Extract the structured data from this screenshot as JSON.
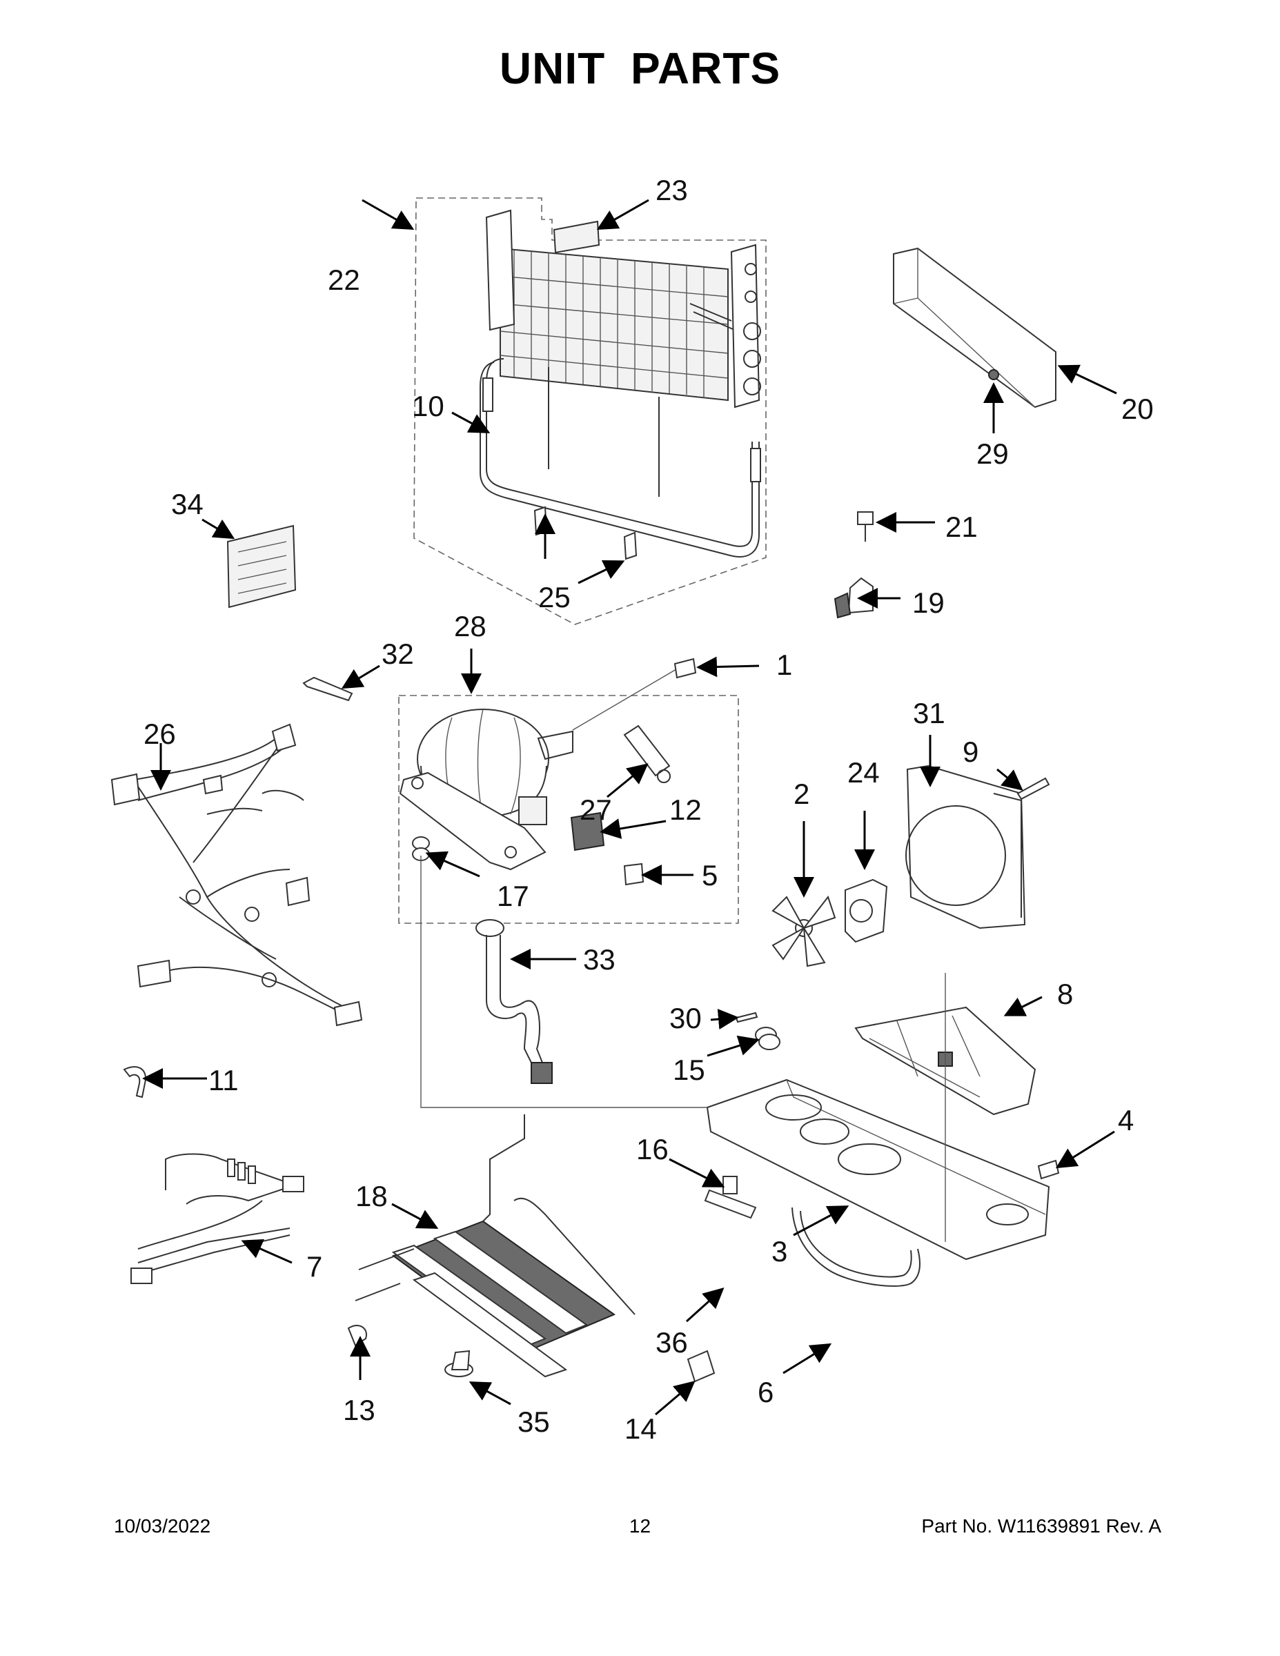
{
  "page": {
    "title": "UNIT  PARTS",
    "footer_date": "10/03/2022",
    "footer_page": "12",
    "footer_part": "Part No.  W11639891  Rev.  A"
  },
  "callouts": [
    "1",
    "2",
    "3",
    "4",
    "5",
    "6",
    "7",
    "8",
    "9",
    "10",
    "11",
    "12",
    "13",
    "14",
    "15",
    "16",
    "17",
    "18",
    "19",
    "20",
    "21",
    "22",
    "23",
    "24",
    "25",
    "26",
    "27",
    "28",
    "29",
    "30",
    "31",
    "32",
    "33",
    "34",
    "35",
    "36"
  ]
}
